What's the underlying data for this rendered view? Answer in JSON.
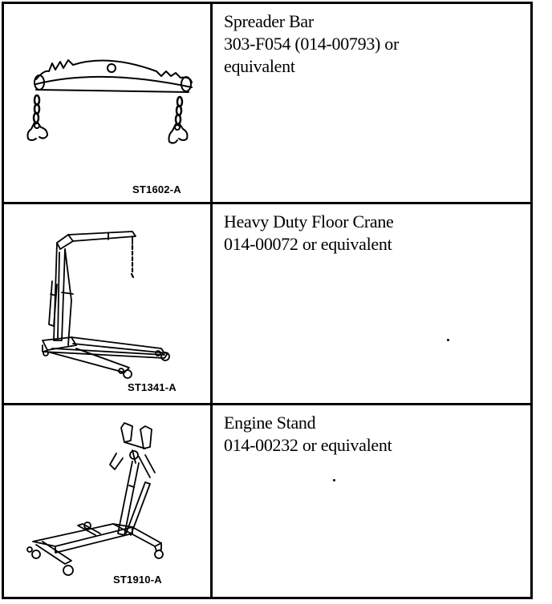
{
  "tools": [
    {
      "name": "Spreader Bar",
      "part_line": "303-F054 (014-00793) or",
      "note_line": "equivalent",
      "figure_code": "ST1602-A",
      "icon": "spreader-bar-icon"
    },
    {
      "name": "Heavy Duty Floor Crane",
      "part_line": "014-00072 or equivalent",
      "figure_code": "ST1341-A",
      "icon": "floor-crane-icon"
    },
    {
      "name": "Engine Stand",
      "part_line": "014-00232 or equivalent",
      "figure_code": "ST1910-A",
      "icon": "engine-stand-icon"
    }
  ]
}
